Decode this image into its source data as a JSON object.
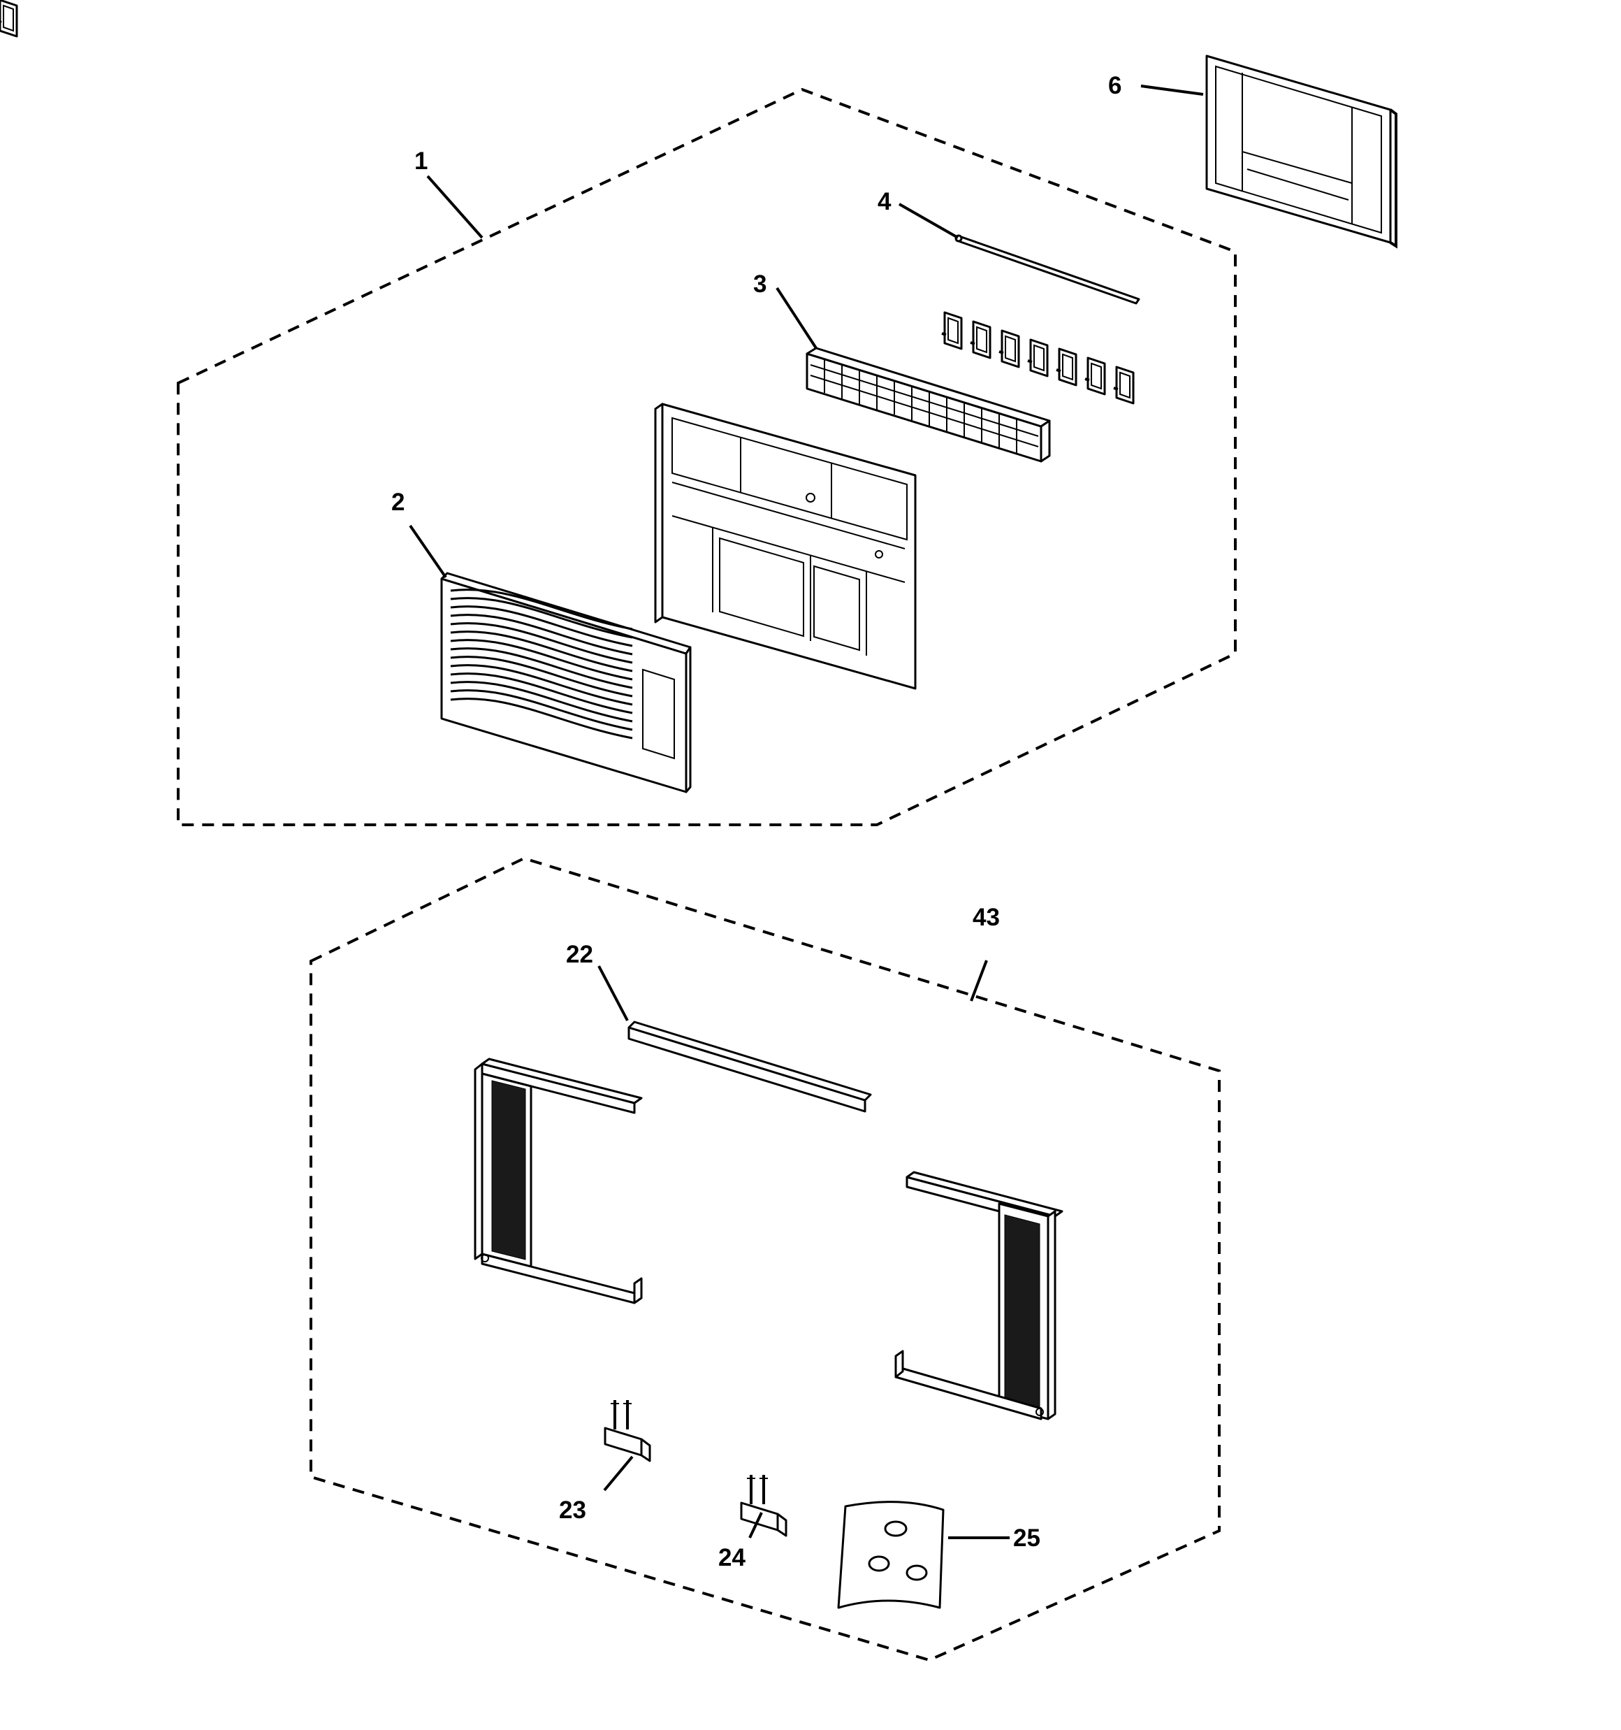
{
  "callouts": {
    "c1": "1",
    "c2": "2",
    "c3": "3",
    "c4": "4",
    "c6": "6",
    "c22": "22",
    "c23": "23",
    "c24": "24",
    "c25": "25",
    "c43": "43"
  }
}
